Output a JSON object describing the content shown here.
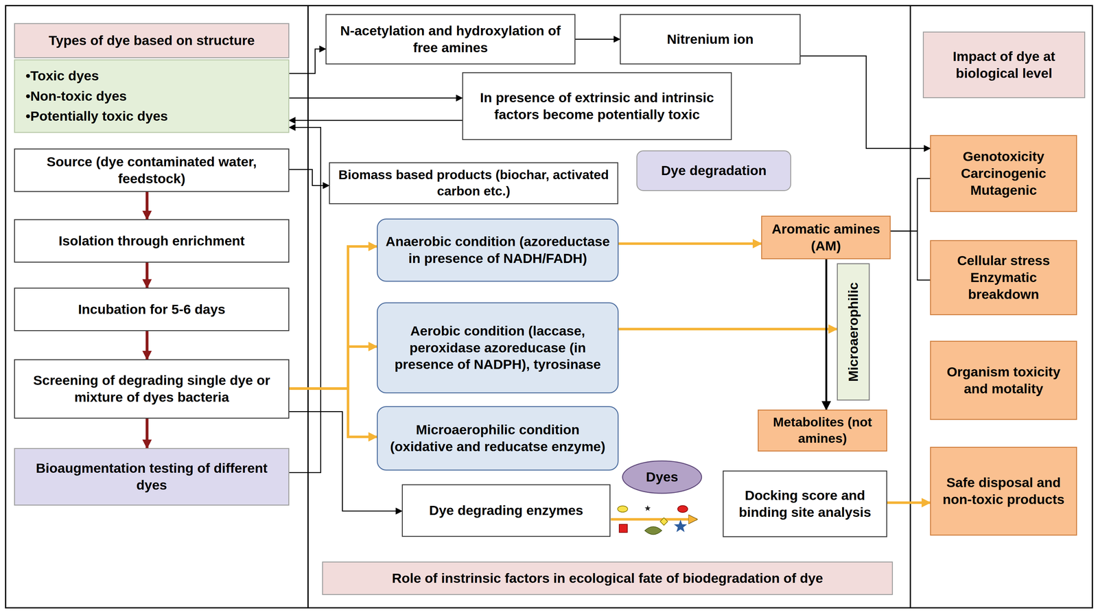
{
  "diagram": {
    "nodes": [
      {
        "text": [
          "Types of dye based on structure"
        ]
      },
      {
        "text": [
          "•Toxic dyes",
          "•Non-toxic dyes",
          "•Potentially toxic dyes"
        ]
      },
      {
        "text": [
          "Source (dye contaminated water, feedstock)"
        ]
      },
      {
        "text": [
          "Isolation through enrichment"
        ]
      },
      {
        "text": [
          "Incubation for 5-6 days"
        ]
      },
      {
        "text": [
          "Screening of degrading single dye or mixture of dyes bacteria"
        ]
      },
      {
        "text": [
          "Bioaugmentation testing of different dyes"
        ]
      },
      {
        "text": [
          "N-acetylation and hydroxylation of free amines"
        ]
      },
      {
        "text": [
          "Nitrenium ion"
        ]
      },
      {
        "text": [
          "In presence of extrinsic and intrinsic factors become potentially toxic"
        ]
      },
      {
        "text": [
          "Biomass based products (biochar, activated carbon etc.)"
        ]
      },
      {
        "text": [
          "Dye degradation"
        ]
      },
      {
        "text": [
          "Anaerobic condition (azoreductase in presence of NADH/FADH)"
        ]
      },
      {
        "text": [
          "Aerobic condition (laccase, peroxidase azoreducase (in presence of NADPH), tyrosinase"
        ]
      },
      {
        "text": [
          "Microaerophilic condition (oxidative and reducatse enzyme)"
        ]
      },
      {
        "text": [
          "Dye degrading enzymes"
        ]
      },
      {
        "text": [
          "Dyes"
        ]
      },
      {
        "text": [
          "Aromatic amines (AM)"
        ]
      },
      {
        "text": [
          "Microaerophilic"
        ]
      },
      {
        "text": [
          "Metabolites (not amines)"
        ]
      },
      {
        "text": [
          "Docking score and binding site analysis"
        ]
      },
      {
        "text": [
          "Role of instrinsic factors in ecological fate of biodegradation of dye"
        ]
      },
      {
        "text": [
          "Impact of dye at biological level"
        ]
      },
      {
        "text": [
          "Genotoxicity Carcinogenic Mutagenic"
        ]
      },
      {
        "text": [
          "Cellular stress Enzymatic breakdown"
        ]
      },
      {
        "text": [
          "Organism toxicity and motality"
        ]
      },
      {
        "text": [
          "Safe disposal and non-toxic products"
        ]
      }
    ],
    "edges": [
      {
        "from": 1,
        "to": 7,
        "arrow": "to"
      },
      {
        "from": 1,
        "to": 9,
        "arrow": "to"
      },
      {
        "from": 9,
        "to": 1,
        "arrow": "to"
      },
      {
        "from": 7,
        "to": 8,
        "arrow": "to"
      },
      {
        "from": 8,
        "to": 23,
        "arrow": "to"
      },
      {
        "from": 2,
        "to": 10,
        "arrow": "to"
      },
      {
        "from": 2,
        "to": 3,
        "arrow": "to"
      },
      {
        "from": 3,
        "to": 4,
        "arrow": "to"
      },
      {
        "from": 4,
        "to": 5,
        "arrow": "to"
      },
      {
        "from": 5,
        "to": 6,
        "arrow": "to"
      },
      {
        "from": 6,
        "to": 1,
        "arrow": "to"
      },
      {
        "from": 5,
        "to": 12,
        "arrow": "to"
      },
      {
        "from": 5,
        "to": 13,
        "arrow": "to"
      },
      {
        "from": 5,
        "to": 14,
        "arrow": "to"
      },
      {
        "from": 5,
        "to": 15,
        "arrow": "to"
      },
      {
        "from": 12,
        "to": 17,
        "arrow": "to"
      },
      {
        "from": 13,
        "to": 18,
        "arrow": "to"
      },
      {
        "from": 17,
        "to": 19,
        "arrow": "to"
      },
      {
        "from": 17,
        "to": 23,
        "arrow": "none"
      },
      {
        "from": 17,
        "to": 24,
        "arrow": "none"
      },
      {
        "from": 20,
        "to": 26,
        "arrow": "to"
      }
    ]
  }
}
